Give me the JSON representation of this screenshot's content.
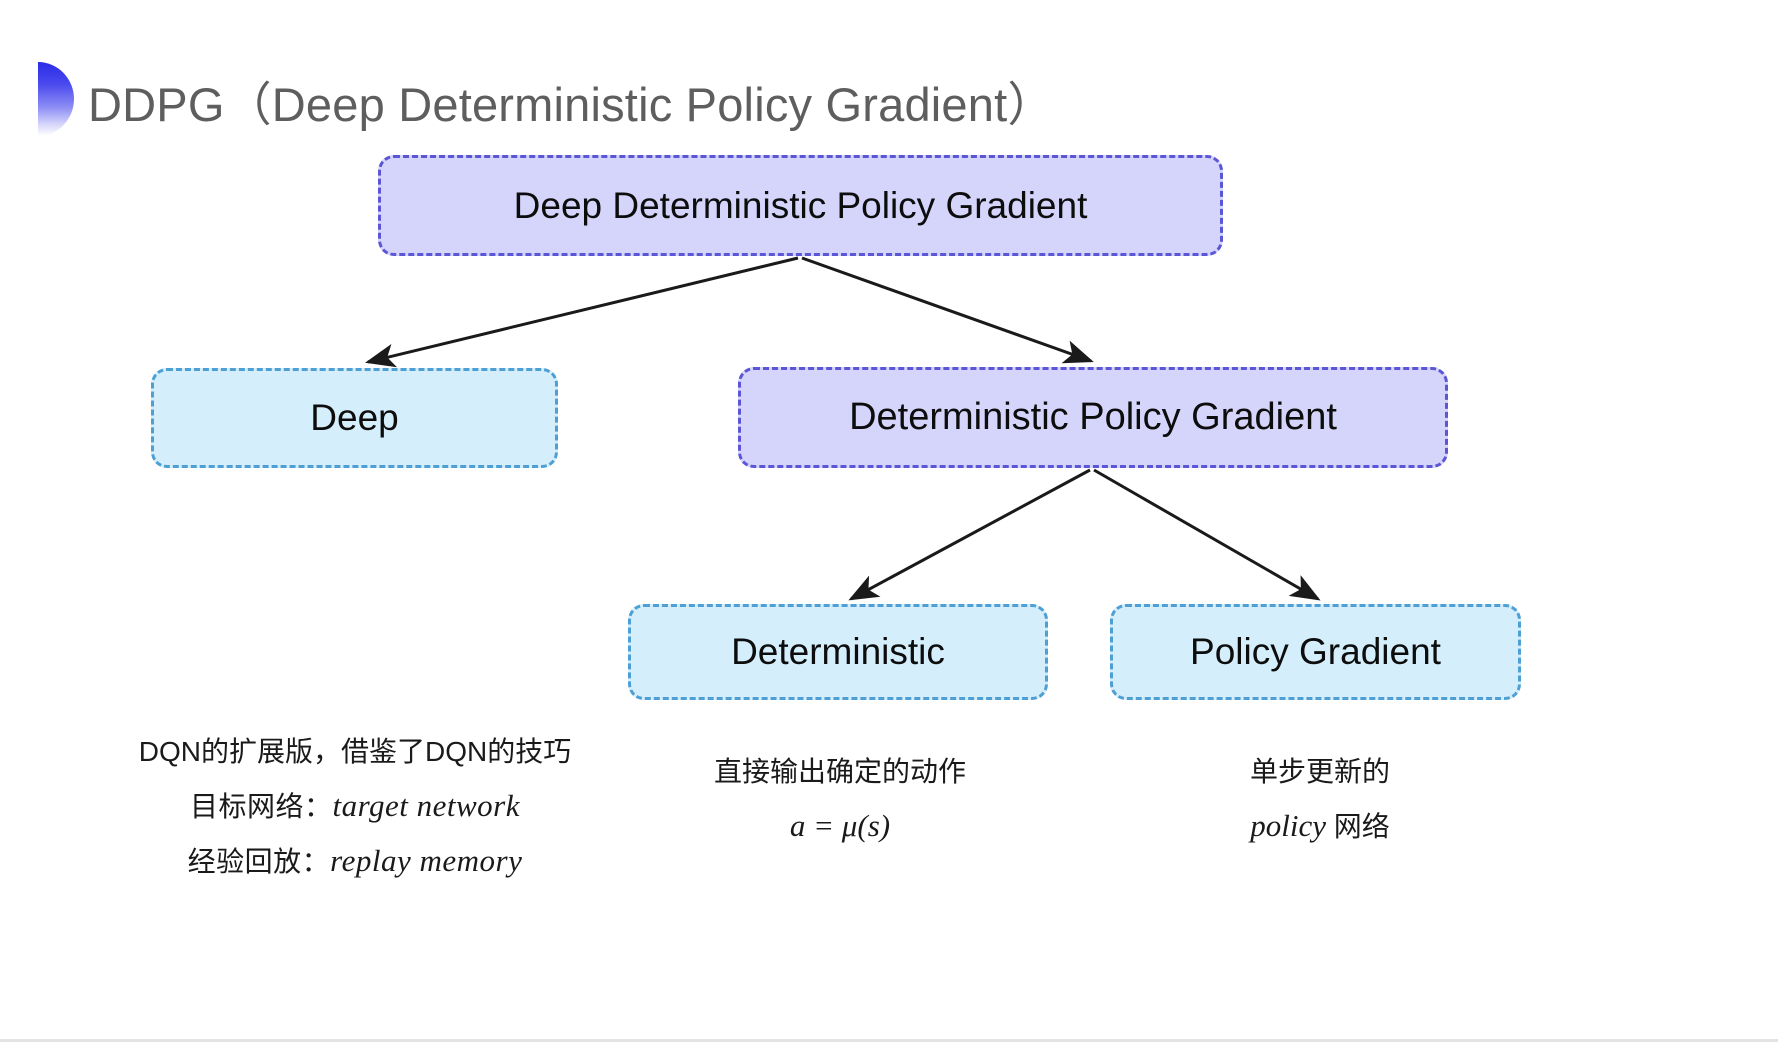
{
  "slide": {
    "title": "DDPG（Deep Deterministic Policy Gradient）",
    "title_color": "#5e5e5e",
    "background": "#ffffff"
  },
  "theme": {
    "purple_fill": "#d5d4fb",
    "purple_border": "#5a56d6",
    "cyan_fill": "#d4eefb",
    "cyan_border": "#4d9fd4",
    "arrow_color": "#1a1a1a",
    "bullet_gradient_from": "#2b2be8",
    "bullet_gradient_to": "#ffffff"
  },
  "diagram": {
    "type": "tree",
    "nodes": [
      {
        "id": "root",
        "label": "Deep Deterministic Policy Gradient",
        "style": "purple"
      },
      {
        "id": "deep",
        "label": "Deep",
        "style": "cyan"
      },
      {
        "id": "dpg",
        "label": "Deterministic Policy Gradient",
        "style": "purple"
      },
      {
        "id": "det",
        "label": "Deterministic",
        "style": "cyan"
      },
      {
        "id": "pg",
        "label": "Policy Gradient",
        "style": "cyan"
      }
    ],
    "edges": [
      {
        "from": "root",
        "to": "deep"
      },
      {
        "from": "root",
        "to": "dpg"
      },
      {
        "from": "dpg",
        "to": "det"
      },
      {
        "from": "dpg",
        "to": "pg"
      }
    ]
  },
  "annotations": {
    "deep": {
      "line1": "DQN的扩展版，借鉴了DQN的技巧",
      "line2_label": "目标网络：",
      "line2_term": "target network",
      "line3_label": "经验回放：",
      "line3_term": "replay memory"
    },
    "deterministic": {
      "line1": "直接输出确定的动作",
      "formula": "a = μ(s)"
    },
    "policy_gradient": {
      "line1": "单步更新的",
      "line2_term": "policy",
      "line2_suffix": " 网络"
    }
  }
}
